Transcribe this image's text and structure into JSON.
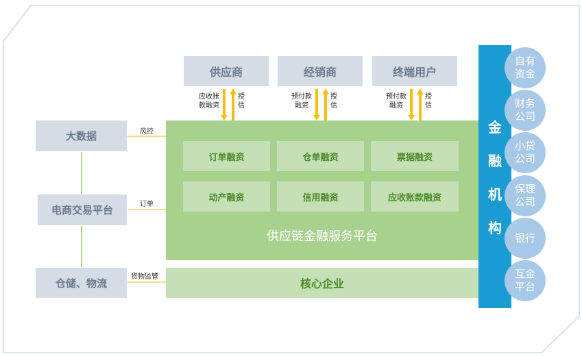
{
  "top_boxes": [
    "供应商",
    "经销商",
    "终端用户"
  ],
  "arrow_labels": [
    {
      "left": "应收账\n款融资",
      "right": "授\n信"
    },
    {
      "left": "预付款\n融资",
      "right": "授\n信"
    },
    {
      "left": "预付款\n融资",
      "right": "授\n信"
    }
  ],
  "left_boxes": [
    "大数据",
    "电商交易平台",
    "仓储、物流"
  ],
  "link_labels": [
    "风控",
    "订单",
    "货物监管"
  ],
  "products": [
    "订单融资",
    "仓单融资",
    "票据融资",
    "动产融资",
    "信用融资",
    "应收账款融资"
  ],
  "platform_title": "供应链金融服务平台",
  "core_label": "核心企业",
  "finance_bar": [
    "金",
    "融",
    "机",
    "构"
  ],
  "institutions": [
    "自有\n资金",
    "财务\n公司",
    "小贷\n公司",
    "保理\n公司",
    "银行",
    "互金\n平台"
  ],
  "colors": {
    "frame": "#c9d8ee",
    "box_grey": "#d6dce5",
    "platform_green": "#a9d18e",
    "product_green": "#c5e0b4",
    "finance_blue": "#1a9bd1",
    "circle_blue": "#a8c8e8",
    "arrow_yellow": "#f5bf0f"
  }
}
